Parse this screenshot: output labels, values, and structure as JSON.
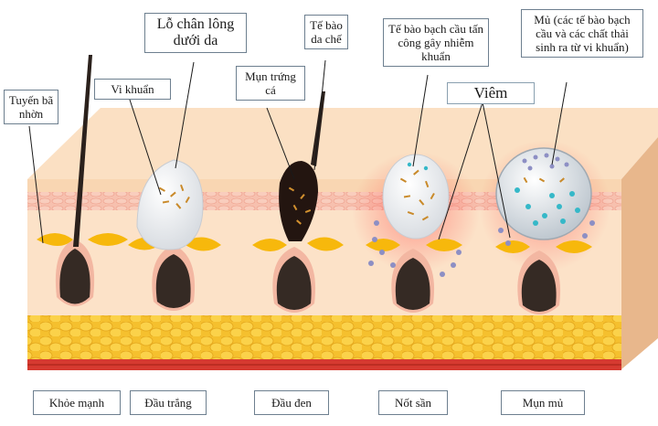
{
  "labels": {
    "sebaceous_gland": "Tuyến bã nhờn",
    "bacteria": "Vi khuẩn",
    "pore": "Lỗ chân lông dưới da",
    "comedone": "Mụn trứng cá",
    "dead_cells": "Tế bào da chế",
    "white_cells": "Tế bào bạch cầu tấn công gây nhiễm khuẩn",
    "inflammation": "Viêm",
    "pus": "Mủ (các tế bào bạch cầu và các chất thải sinh ra từ vi khuẩn)"
  },
  "stages": [
    "Khỏe mạnh",
    "Đầu trắng",
    "Đầu đen",
    "Nốt sần",
    "Mụn mủ"
  ],
  "colors": {
    "epidermis": "#f8d0a4",
    "dermis_pink": "#f6bcaa",
    "fat": "#f5c531",
    "base_red": "#d63a30",
    "follicle": "#352a24",
    "gland": "#f7b80c",
    "pus": "#dfe6ec"
  }
}
